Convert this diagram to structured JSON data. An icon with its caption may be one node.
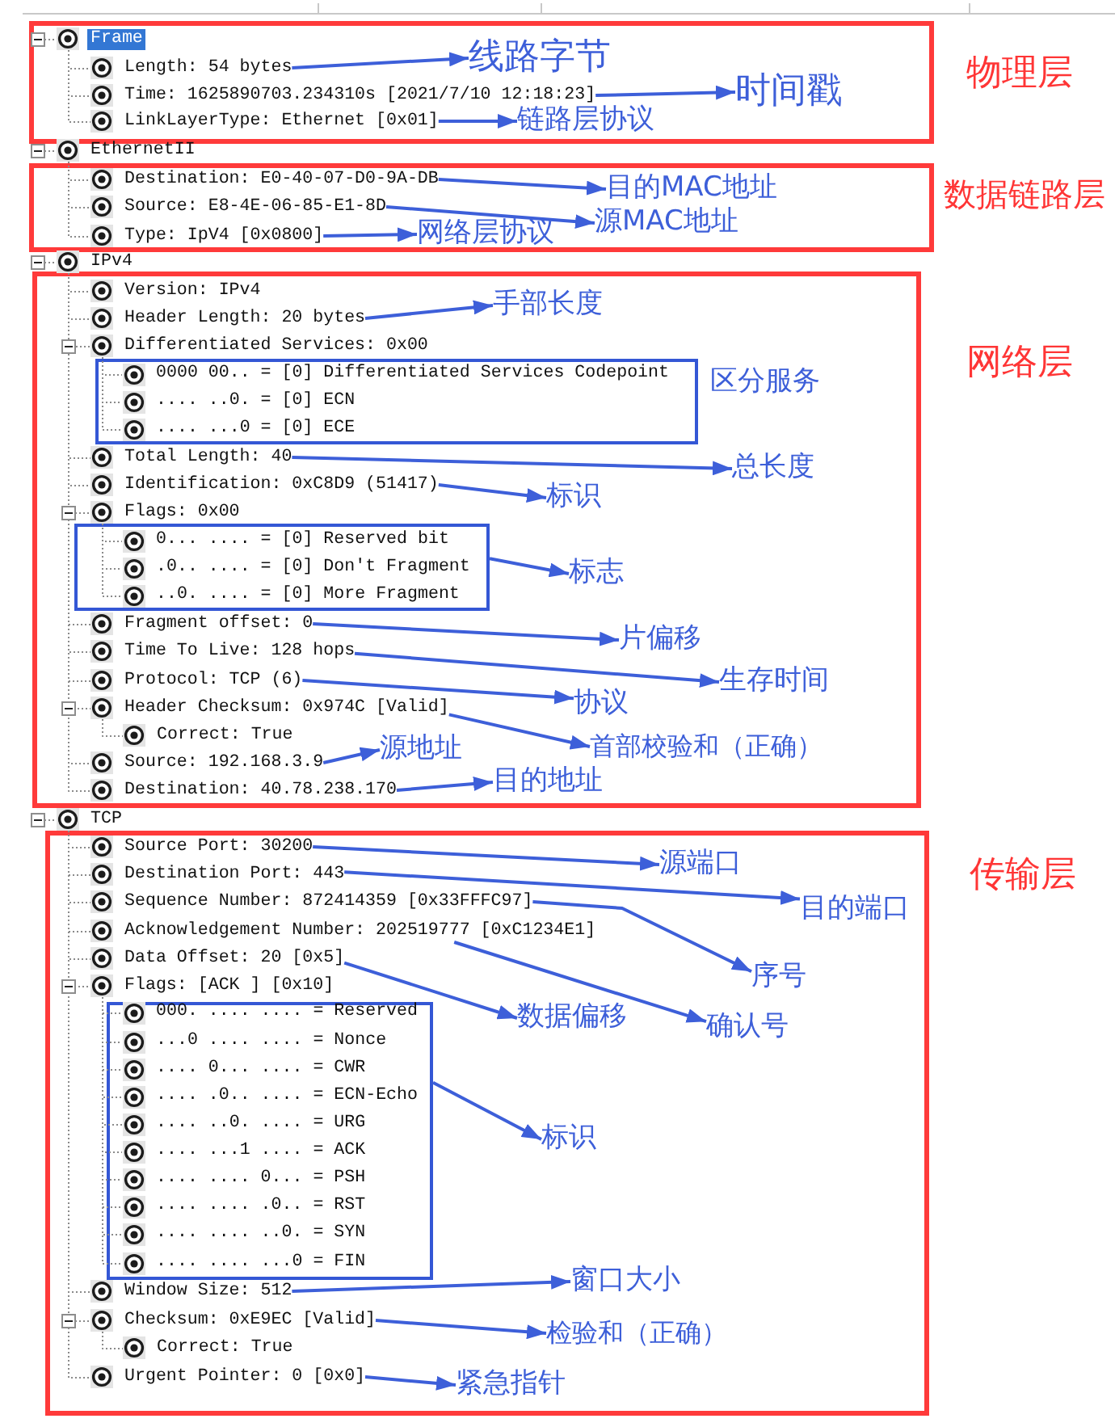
{
  "diagram": {
    "nodes": [
      {
        "text": [
          "物理层"
        ]
      },
      {
        "text": [
          "Frame"
        ],
        "in": 0
      },
      {
        "text": [
          "Length: 54 bytes"
        ],
        "in": 0
      },
      {
        "text": [
          "线路字节"
        ],
        "in": 0
      },
      {
        "text": [
          "Time: 1625890703.234310s [2021/7/10 12:18:23]"
        ],
        "in": 0
      },
      {
        "text": [
          "时间戳"
        ],
        "in": 0
      },
      {
        "text": [
          "LinkLayerType: Ethernet [0x01]"
        ],
        "in": 0
      },
      {
        "text": [
          "链路层协议"
        ],
        "in": 0
      },
      {
        "text": [
          "EthernetII"
        ]
      },
      {
        "text": [
          "数据链路层"
        ]
      },
      {
        "text": [
          "Destination: E0-40-07-D0-9A-DB"
        ],
        "in": 9
      },
      {
        "text": [
          "目的MAC地址"
        ],
        "in": 9
      },
      {
        "text": [
          "Source: E8-4E-06-85-E1-8D"
        ],
        "in": 9
      },
      {
        "text": [
          "源MAC地址"
        ],
        "in": 9
      },
      {
        "text": [
          "Type: IpV4 [0x0800]"
        ],
        "in": 9
      },
      {
        "text": [
          "网络层协议"
        ],
        "in": 9
      },
      {
        "text": [
          "IPv4"
        ]
      },
      {
        "text": [
          "网络层"
        ]
      },
      {
        "text": [
          "Version: IPv4"
        ],
        "in": 17
      },
      {
        "text": [
          "Header Length: 20 bytes"
        ],
        "in": 17
      },
      {
        "text": [
          "手部长度"
        ],
        "in": 17
      },
      {
        "text": [
          "Differentiated Services: 0x00"
        ],
        "in": 17
      },
      {
        "text": [],
        "shape": "box",
        "beside": [
          "区分服务"
        ],
        "in": 17
      },
      {
        "text": [
          "0000 00.. = [0] Differentiated Services Codepoint"
        ],
        "in": 22
      },
      {
        "text": [
          ".... ..0. = [0] ECN"
        ],
        "in": 22
      },
      {
        "text": [
          ".... ...0 = [0] ECE"
        ],
        "in": 22
      },
      {
        "text": [
          "Total Length: 40"
        ],
        "in": 17
      },
      {
        "text": [
          "总长度"
        ],
        "in": 17
      },
      {
        "text": [
          "Identification: 0xC8D9 (51417)"
        ],
        "in": 17
      },
      {
        "text": [
          "标识"
        ],
        "in": 17
      },
      {
        "text": [
          "Flags: 0x00"
        ],
        "in": 17
      },
      {
        "text": [],
        "shape": "box",
        "in": 17
      },
      {
        "text": [
          "0... .... = [0] Reserved bit"
        ],
        "in": 31
      },
      {
        "text": [
          ".0.. .... = [0] Don't Fragment"
        ],
        "in": 31
      },
      {
        "text": [
          "..0. .... = [0] More Fragment"
        ],
        "in": 31
      },
      {
        "text": [
          "标志"
        ],
        "in": 17
      },
      {
        "text": [
          "Fragment offset: 0"
        ],
        "in": 17
      },
      {
        "text": [
          "片偏移"
        ],
        "in": 17
      },
      {
        "text": [
          "Time To Live: 128 hops"
        ],
        "in": 17
      },
      {
        "text": [
          "生存时间"
        ],
        "in": 17
      },
      {
        "text": [
          "Protocol: TCP (6)"
        ],
        "in": 17
      },
      {
        "text": [
          "协议"
        ],
        "in": 17
      },
      {
        "text": [
          "Header Checksum: 0x974C [Valid]"
        ],
        "in": 17
      },
      {
        "text": [
          "Correct: True"
        ],
        "in": 17
      },
      {
        "text": [
          "首部校验和（正确）"
        ],
        "in": 17
      },
      {
        "text": [
          "Source: 192.168.3.9"
        ],
        "in": 17
      },
      {
        "text": [
          "源地址"
        ],
        "in": 17
      },
      {
        "text": [
          "Destination: 40.78.238.170"
        ],
        "in": 17
      },
      {
        "text": [
          "目的地址"
        ],
        "in": 17
      },
      {
        "text": [
          "TCP"
        ]
      },
      {
        "text": [
          "传输层"
        ]
      },
      {
        "text": [
          "Source Port: 30200"
        ],
        "in": 50
      },
      {
        "text": [
          "源端口"
        ],
        "in": 50
      },
      {
        "text": [
          "Destination Port: 443"
        ],
        "in": 50
      },
      {
        "text": [
          "目的端口"
        ],
        "in": 50
      },
      {
        "text": [
          "Sequence Number: 872414359 [0x33FFFC97]"
        ],
        "in": 50
      },
      {
        "text": [
          "序号"
        ],
        "in": 50
      },
      {
        "text": [
          "Acknowledgement Number: 202519777 [0xC1234E1]"
        ],
        "in": 50
      },
      {
        "text": [
          "确认号"
        ],
        "in": 50
      },
      {
        "text": [
          "Data Offset: 20 [0x5]"
        ],
        "in": 50
      },
      {
        "text": [
          "数据偏移"
        ],
        "in": 50
      },
      {
        "text": [
          "Flags: [ACK ] [0x10]"
        ],
        "in": 50
      },
      {
        "text": [],
        "shape": "box",
        "in": 50
      },
      {
        "text": [
          "000. .... .... = Reserved"
        ],
        "in": 62
      },
      {
        "text": [
          "...0 .... .... = Nonce"
        ],
        "in": 62
      },
      {
        "text": [
          ".... 0... .... = CWR"
        ],
        "in": 62
      },
      {
        "text": [
          ".... .0.. .... = ECN-Echo"
        ],
        "in": 62
      },
      {
        "text": [
          ".... ..0. .... = URG"
        ],
        "in": 62
      },
      {
        "text": [
          ".... ...1 .... = ACK"
        ],
        "in": 62
      },
      {
        "text": [
          ".... .... 0... = PSH"
        ],
        "in": 62
      },
      {
        "text": [
          ".... .... .0.. = RST"
        ],
        "in": 62
      },
      {
        "text": [
          ".... .... ..0. = SYN"
        ],
        "in": 62
      },
      {
        "text": [
          ".... .... ...0 = FIN"
        ],
        "in": 62
      },
      {
        "text": [
          "标识"
        ],
        "in": 50
      },
      {
        "text": [
          "Window Size: 512"
        ],
        "in": 50
      },
      {
        "text": [
          "窗口大小"
        ],
        "in": 50
      },
      {
        "text": [
          "Checksum: 0xE9EC [Valid]"
        ],
        "in": 50
      },
      {
        "text": [
          "Correct: True"
        ],
        "in": 50
      },
      {
        "text": [
          "检验和（正确）"
        ],
        "in": 50
      },
      {
        "text": [
          "Urgent Pointer: 0 [0x0]"
        ],
        "in": 50
      },
      {
        "text": [
          "紧急指针"
        ],
        "in": 50
      }
    ],
    "edges": [
      {
        "from": 1,
        "to": 2,
        "arrow": "none",
        "style": "dashed"
      },
      {
        "from": 1,
        "to": 4,
        "arrow": "none",
        "style": "dashed"
      },
      {
        "from": 1,
        "to": 6,
        "arrow": "none",
        "style": "dashed"
      },
      {
        "from": 8,
        "to": 10,
        "arrow": "none",
        "style": "dashed"
      },
      {
        "from": 8,
        "to": 12,
        "arrow": "none",
        "style": "dashed"
      },
      {
        "from": 8,
        "to": 14,
        "arrow": "none",
        "style": "dashed"
      },
      {
        "from": 16,
        "to": 18,
        "arrow": "none",
        "style": "dashed"
      },
      {
        "from": 16,
        "to": 19,
        "arrow": "none",
        "style": "dashed"
      },
      {
        "from": 16,
        "to": 21,
        "arrow": "none",
        "style": "dashed"
      },
      {
        "from": 16,
        "to": 26,
        "arrow": "none",
        "style": "dashed"
      },
      {
        "from": 16,
        "to": 28,
        "arrow": "none",
        "style": "dashed"
      },
      {
        "from": 16,
        "to": 30,
        "arrow": "none",
        "style": "dashed"
      },
      {
        "from": 16,
        "to": 36,
        "arrow": "none",
        "style": "dashed"
      },
      {
        "from": 16,
        "to": 38,
        "arrow": "none",
        "style": "dashed"
      },
      {
        "from": 16,
        "to": 40,
        "arrow": "none",
        "style": "dashed"
      },
      {
        "from": 16,
        "to": 42,
        "arrow": "none",
        "style": "dashed"
      },
      {
        "from": 16,
        "to": 45,
        "arrow": "none",
        "style": "dashed"
      },
      {
        "from": 16,
        "to": 47,
        "arrow": "none",
        "style": "dashed"
      },
      {
        "from": 21,
        "to": 23,
        "arrow": "none",
        "style": "dashed"
      },
      {
        "from": 21,
        "to": 24,
        "arrow": "none",
        "style": "dashed"
      },
      {
        "from": 21,
        "to": 25,
        "arrow": "none",
        "style": "dashed"
      },
      {
        "from": 30,
        "to": 32,
        "arrow": "none",
        "style": "dashed"
      },
      {
        "from": 30,
        "to": 33,
        "arrow": "none",
        "style": "dashed"
      },
      {
        "from": 30,
        "to": 34,
        "arrow": "none",
        "style": "dashed"
      },
      {
        "from": 42,
        "to": 43,
        "arrow": "none",
        "style": "dashed"
      },
      {
        "from": 49,
        "to": 51,
        "arrow": "none",
        "style": "dashed"
      },
      {
        "from": 49,
        "to": 53,
        "arrow": "none",
        "style": "dashed"
      },
      {
        "from": 49,
        "to": 55,
        "arrow": "none",
        "style": "dashed"
      },
      {
        "from": 49,
        "to": 57,
        "arrow": "none",
        "style": "dashed"
      },
      {
        "from": 49,
        "to": 59,
        "arrow": "none",
        "style": "dashed"
      },
      {
        "from": 49,
        "to": 61,
        "arrow": "none",
        "style": "dashed"
      },
      {
        "from": 49,
        "to": 74,
        "arrow": "none",
        "style": "dashed"
      },
      {
        "from": 49,
        "to": 76,
        "arrow": "none",
        "style": "dashed"
      },
      {
        "from": 49,
        "to": 79,
        "arrow": "none",
        "style": "dashed"
      },
      {
        "from": 61,
        "to": 63,
        "arrow": "none",
        "style": "dashed"
      },
      {
        "from": 61,
        "to": 64,
        "arrow": "none",
        "style": "dashed"
      },
      {
        "from": 61,
        "to": 65,
        "arrow": "none",
        "style": "dashed"
      },
      {
        "from": 61,
        "to": 66,
        "arrow": "none",
        "style": "dashed"
      },
      {
        "from": 61,
        "to": 67,
        "arrow": "none",
        "style": "dashed"
      },
      {
        "from": 61,
        "to": 68,
        "arrow": "none",
        "style": "dashed"
      },
      {
        "from": 61,
        "to": 69,
        "arrow": "none",
        "style": "dashed"
      },
      {
        "from": 61,
        "to": 70,
        "arrow": "none",
        "style": "dashed"
      },
      {
        "from": 61,
        "to": 71,
        "arrow": "none",
        "style": "dashed"
      },
      {
        "from": 61,
        "to": 72,
        "arrow": "none",
        "style": "dashed"
      },
      {
        "from": 76,
        "to": 77,
        "arrow": "none",
        "style": "dashed"
      },
      {
        "from": 2,
        "to": 3,
        "arrow": "to",
        "color": "#3d5fd9"
      },
      {
        "from": 4,
        "to": 5,
        "arrow": "to",
        "color": "#3d5fd9"
      },
      {
        "from": 6,
        "to": 7,
        "arrow": "to",
        "color": "#3d5fd9"
      },
      {
        "from": 10,
        "to": 11,
        "arrow": "to",
        "color": "#3d5fd9"
      },
      {
        "from": 12,
        "to": 13,
        "arrow": "to",
        "color": "#3d5fd9"
      },
      {
        "from": 14,
        "to": 15,
        "arrow": "to",
        "color": "#3d5fd9"
      },
      {
        "from": 19,
        "to": 20,
        "arrow": "to",
        "color": "#3d5fd9"
      },
      {
        "from": 26,
        "to": 27,
        "arrow": "to",
        "color": "#3d5fd9"
      },
      {
        "from": 28,
        "to": 29,
        "arrow": "to",
        "color": "#3d5fd9"
      },
      {
        "from": 31,
        "to": 35,
        "arrow": "to",
        "color": "#3d5fd9"
      },
      {
        "from": 36,
        "to": 37,
        "arrow": "to",
        "color": "#3d5fd9"
      },
      {
        "from": 38,
        "to": 39,
        "arrow": "to",
        "color": "#3d5fd9"
      },
      {
        "from": 40,
        "to": 41,
        "arrow": "to",
        "color": "#3d5fd9"
      },
      {
        "from": 42,
        "to": 44,
        "arrow": "to",
        "color": "#3d5fd9"
      },
      {
        "from": 45,
        "to": 46,
        "arrow": "to",
        "color": "#3d5fd9"
      },
      {
        "from": 47,
        "to": 48,
        "arrow": "to",
        "color": "#3d5fd9"
      },
      {
        "from": 51,
        "to": 52,
        "arrow": "to",
        "color": "#3d5fd9"
      },
      {
        "from": 53,
        "to": 54,
        "arrow": "to",
        "color": "#3d5fd9"
      },
      {
        "from": 55,
        "to": 56,
        "arrow": "to",
        "color": "#3d5fd9"
      },
      {
        "from": 57,
        "to": 58,
        "arrow": "to",
        "color": "#3d5fd9"
      },
      {
        "from": 59,
        "to": 60,
        "arrow": "to",
        "color": "#3d5fd9"
      },
      {
        "from": 62,
        "to": 73,
        "arrow": "to",
        "color": "#3d5fd9"
      },
      {
        "from": 74,
        "to": 75,
        "arrow": "to",
        "color": "#3d5fd9"
      },
      {
        "from": 76,
        "to": 78,
        "arrow": "to",
        "color": "#3d5fd9"
      },
      {
        "from": 79,
        "to": 80,
        "arrow": "to",
        "color": "#3d5fd9"
      }
    ]
  }
}
